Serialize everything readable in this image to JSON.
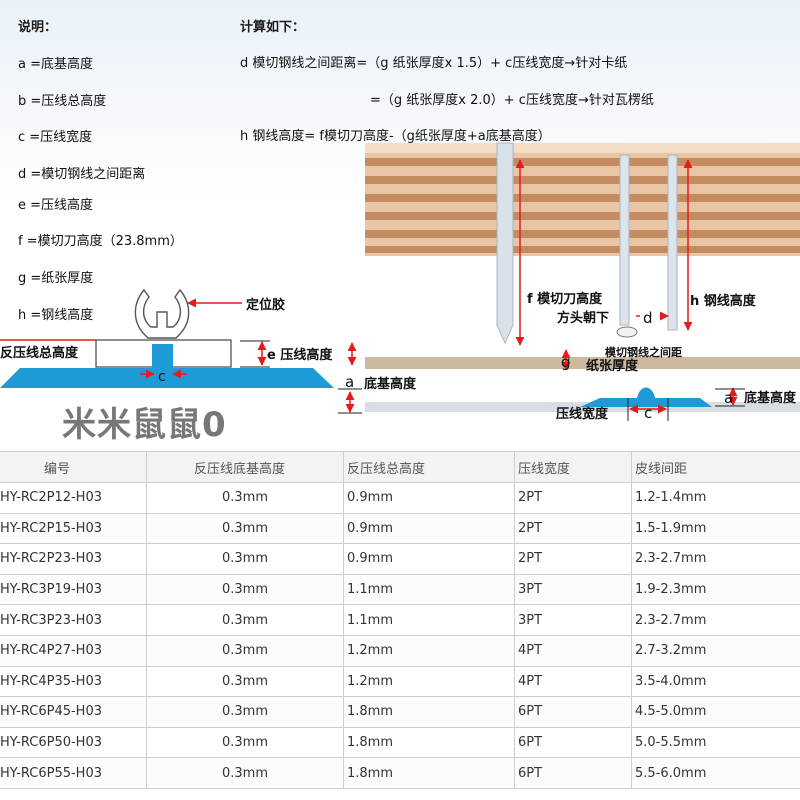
{
  "legend": {
    "title": "说明：",
    "items": [
      "a =底基高度",
      "b =压线总高度",
      "c =压线宽度",
      "d =模切钢线之间距离",
      "e =压线高度",
      "f =模切刀高度（23.8mm）",
      "g =纸张厚度",
      "h =钢线高度"
    ]
  },
  "formulas": {
    "title": "计算如下：",
    "d_cardboard": "d 模切钢线之间距离=（g 纸张厚度x 1.5）+ c压线宽度→针对卡纸",
    "d_corrugated": "=（g 纸张厚度x 2.0）+ c压线宽度→针对瓦楞纸",
    "h": "h 钢线高度= f模切刀高度-（g纸张厚度+a底基高度）"
  },
  "left_diagram": {
    "locating_glue": "定位胶",
    "total_height": "反压线总高度",
    "e_label": "e 压线高度",
    "c_label": "c",
    "a_letter": "a",
    "base_height": "底基高度"
  },
  "right_diagram": {
    "f_label": "f 模切刀高度",
    "h_label": "h 钢线高度",
    "square_head_down": "方头朝下",
    "d_letter": "d",
    "d_desc": "模切钢线之间距",
    "g_letter": "g",
    "paper_thickness": "纸张厚度",
    "a_letter": "a",
    "base_height": "底基高度",
    "crease_width": "压线宽度",
    "c_letter": "c"
  },
  "watermark": "米米鼠鼠0",
  "colors": {
    "blue": "#1e9ad6",
    "arrow_red": "#e51b1b",
    "wood": "#c8906a",
    "wood_light": "#e8c3a2",
    "paper_tan": "#c9b39c"
  },
  "table": {
    "headers": [
      "编号",
      "反压线底基高度",
      "反压线总高度",
      "压线宽度",
      "皮线间距"
    ],
    "rows": [
      [
        "HY-RC2P12-H03",
        "0.3mm",
        "0.9mm",
        "2PT",
        "1.2-1.4mm"
      ],
      [
        "HY-RC2P15-H03",
        "0.3mm",
        "0.9mm",
        "2PT",
        "1.5-1.9mm"
      ],
      [
        "HY-RC2P23-H03",
        "0.3mm",
        "0.9mm",
        "2PT",
        "2.3-2.7mm"
      ],
      [
        "HY-RC3P19-H03",
        "0.3mm",
        "1.1mm",
        "3PT",
        "1.9-2.3mm"
      ],
      [
        "HY-RC3P23-H03",
        "0.3mm",
        "1.1mm",
        "3PT",
        "2.3-2.7mm"
      ],
      [
        "HY-RC4P27-H03",
        "0.3mm",
        "1.2mm",
        "4PT",
        "2.7-3.2mm"
      ],
      [
        "HY-RC4P35-H03",
        "0.3mm",
        "1.2mm",
        "4PT",
        "3.5-4.0mm"
      ],
      [
        "HY-RC6P45-H03",
        "0.3mm",
        "1.8mm",
        "6PT",
        "4.5-5.0mm"
      ],
      [
        "HY-RC6P50-H03",
        "0.3mm",
        "1.8mm",
        "6PT",
        "5.0-5.5mm"
      ],
      [
        "HY-RC6P55-H03",
        "0.3mm",
        "1.8mm",
        "6PT",
        "5.5-6.0mm"
      ]
    ]
  }
}
